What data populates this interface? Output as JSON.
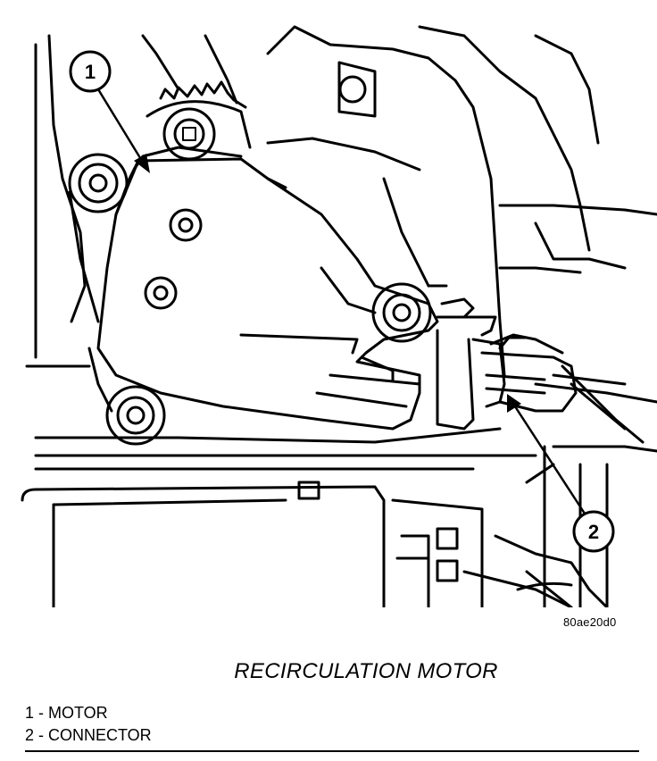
{
  "figure": {
    "callouts": [
      {
        "number": "1"
      },
      {
        "number": "2"
      }
    ],
    "figure_id": "80ae20d0"
  },
  "caption": "RECIRCULATION MOTOR",
  "legend": [
    {
      "text": "1 - MOTOR"
    },
    {
      "text": "2 - CONNECTOR"
    }
  ]
}
